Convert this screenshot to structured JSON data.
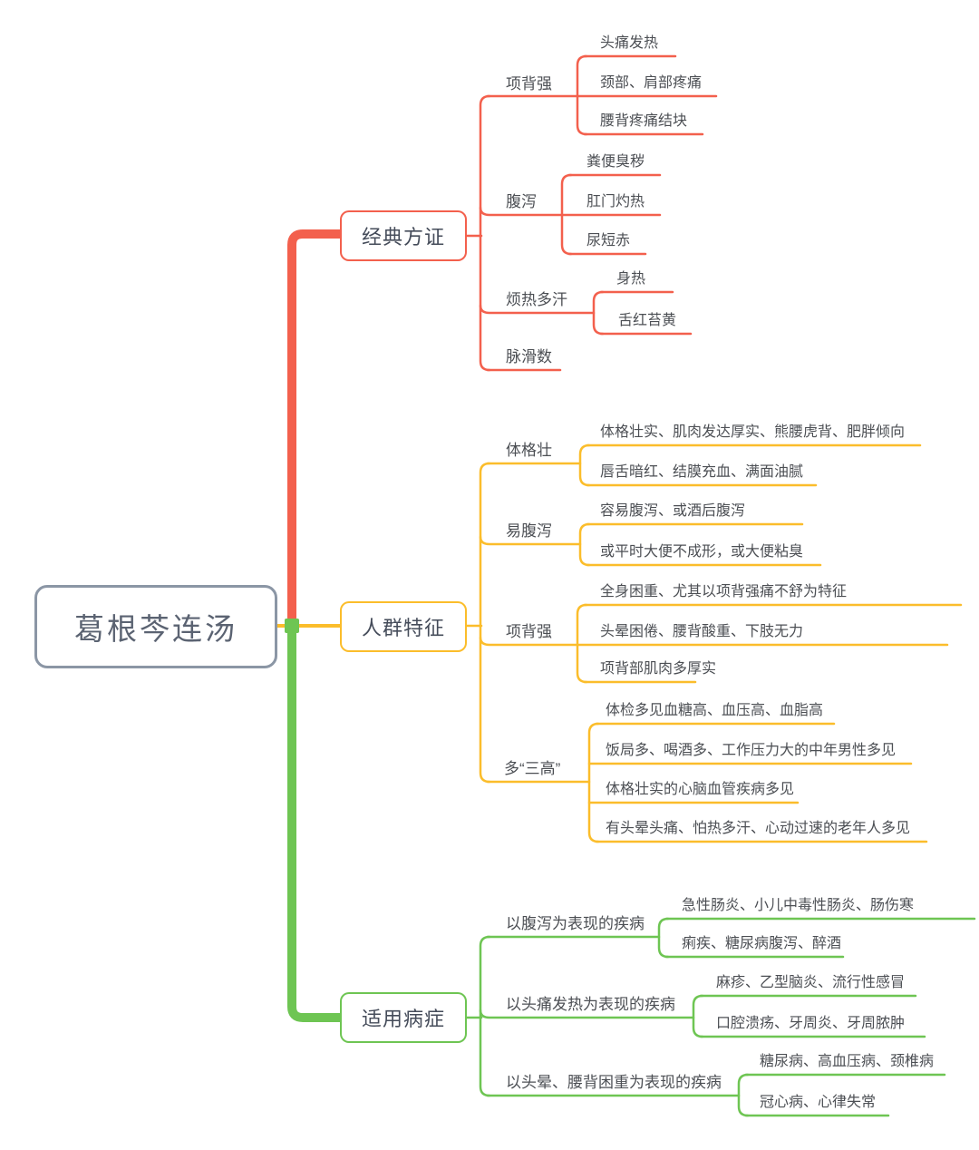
{
  "colors": {
    "branch_classic": "#f3604d",
    "branch_crowd": "#fbbd2b",
    "branch_disease": "#6ec553",
    "root_border": "#8b96a5",
    "text": "#4c4f54"
  },
  "root": {
    "label": "葛根芩连汤"
  },
  "branches": [
    {
      "label": "经典方证",
      "children": [
        {
          "label": "项背强",
          "children": [
            "头痛发热",
            "颈部、肩部疼痛",
            "腰背疼痛结块"
          ]
        },
        {
          "label": "腹泻",
          "children": [
            "粪便臭秽",
            "肛门灼热",
            "尿短赤"
          ]
        },
        {
          "label": "烦热多汗",
          "children": [
            "身热",
            "舌红苔黄"
          ]
        },
        {
          "label": "脉滑数",
          "children": []
        }
      ]
    },
    {
      "label": "人群特征",
      "children": [
        {
          "label": "体格壮",
          "children": [
            "体格壮实、肌肉发达厚实、熊腰虎背、肥胖倾向",
            "唇舌暗红、结膜充血、满面油腻"
          ]
        },
        {
          "label": "易腹泻",
          "children": [
            "容易腹泻、或酒后腹泻",
            "或平时大便不成形，或大便粘臭"
          ]
        },
        {
          "label": "项背强",
          "children": [
            "全身困重、尤其以项背强痛不舒为特征",
            "头晕困倦、腰背酸重、下肢无力",
            "项背部肌肉多厚实"
          ]
        },
        {
          "label": "多“三高”",
          "children": [
            "体检多见血糖高、血压高、血脂高",
            "饭局多、喝酒多、工作压力大的中年男性多见",
            "体格壮实的心脑血管疾病多见",
            "有头晕头痛、怕热多汗、心动过速的老年人多见"
          ]
        }
      ]
    },
    {
      "label": "适用病症",
      "children": [
        {
          "label": "以腹泻为表现的疾病",
          "children": [
            "急性肠炎、小儿中毒性肠炎、肠伤寒",
            "痢疾、糖尿病腹泻、醉酒"
          ]
        },
        {
          "label": "以头痛发热为表现的疾病",
          "children": [
            "麻疹、乙型脑炎、流行性感冒",
            "口腔溃疡、牙周炎、牙周脓肿"
          ]
        },
        {
          "label": "以头晕、腰背困重为表现的疾病",
          "children": [
            "糖尿病、高血压病、颈椎病",
            "冠心病、心律失常"
          ]
        }
      ]
    }
  ]
}
